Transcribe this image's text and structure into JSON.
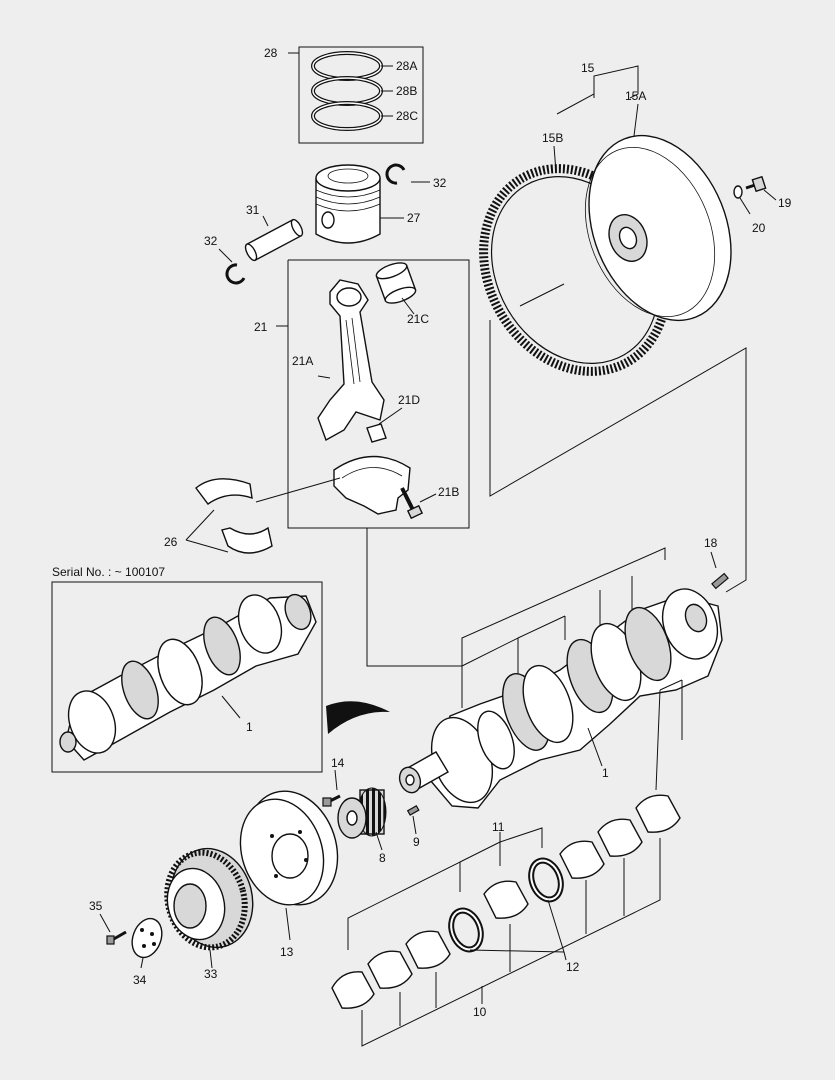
{
  "serial_note": "Serial No. : ~ 100107",
  "labels": {
    "l28": "28",
    "l28A": "28A",
    "l28B": "28B",
    "l28C": "28C",
    "l32a": "32",
    "l31": "31",
    "l27": "27",
    "l32b": "32",
    "l21": "21",
    "l21A": "21A",
    "l21B": "21B",
    "l21C": "21C",
    "l21D": "21D",
    "l26": "26",
    "l15": "15",
    "l15A": "15A",
    "l15B": "15B",
    "l19": "19",
    "l20": "20",
    "l18": "18",
    "l1a": "1",
    "l1b": "1",
    "l14": "14",
    "l8": "8",
    "l9": "9",
    "l11": "11",
    "l12": "12",
    "l10": "10",
    "l13": "13",
    "l33": "33",
    "l34": "34",
    "l35": "35"
  }
}
